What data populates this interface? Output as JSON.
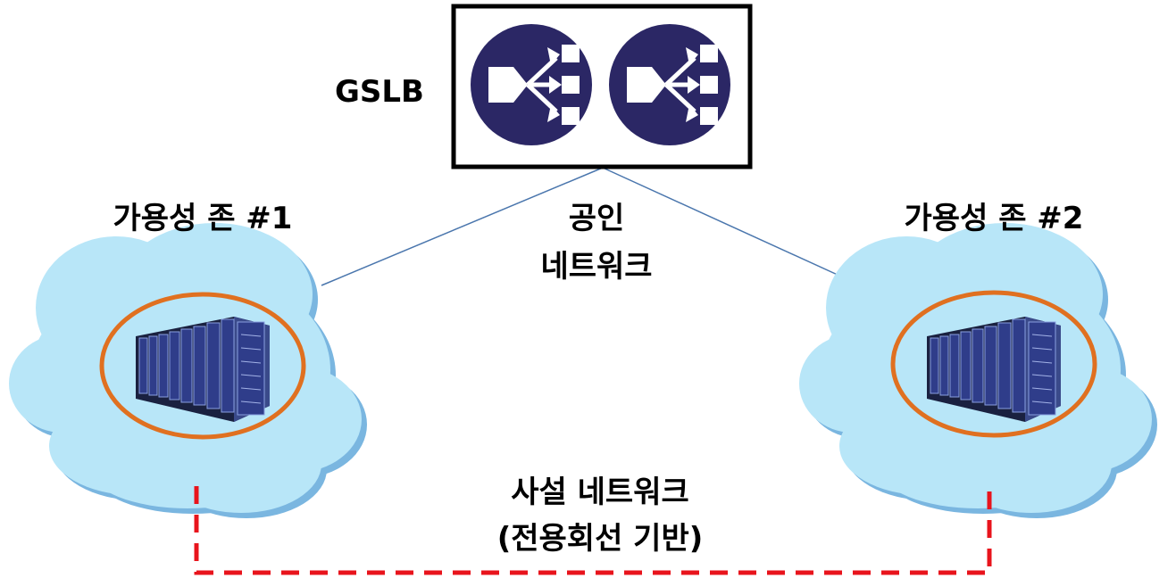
{
  "gslb": {
    "label": "GSLB",
    "icon_color": "#2b2765",
    "icons": [
      "load-balancer-icon",
      "load-balancer-icon"
    ]
  },
  "public_network": {
    "line1": "공인",
    "line2": "네트워크",
    "line_color": "#4a76ad"
  },
  "zones": [
    {
      "label": "가용성 존 #1",
      "icon": "server-rack-icon"
    },
    {
      "label": "가용성 존 #2",
      "icon": "server-rack-icon"
    }
  ],
  "private_network": {
    "line1": "사설 네트워크",
    "line2": "(전용회선 기반)",
    "line_color": "#e8141c",
    "line_style": "dashed"
  },
  "colors": {
    "cloud_fill": "#b8e6f8",
    "cloud_stroke": "#7ab6e0",
    "zone_ring": "#e07020"
  }
}
